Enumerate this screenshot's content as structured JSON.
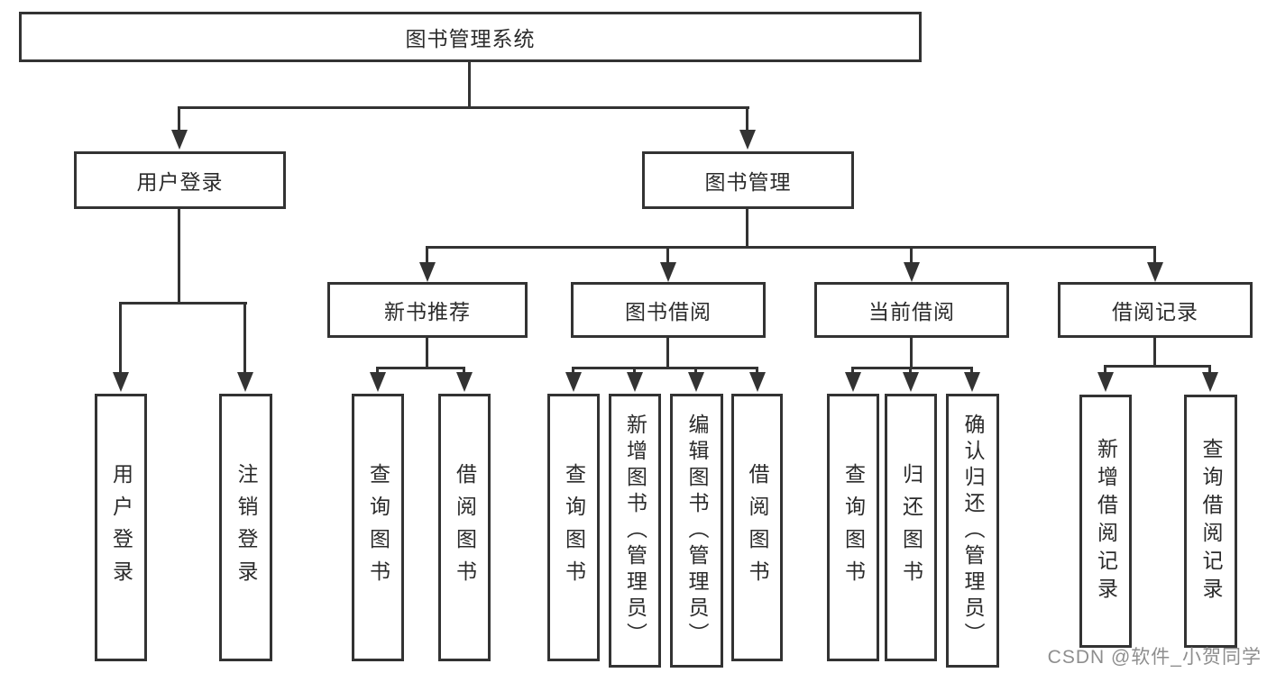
{
  "diagram": {
    "root": {
      "label": "图书管理系统"
    },
    "branches": [
      {
        "label": "用户登录",
        "children": [
          {
            "label": "用户登录"
          },
          {
            "label": "注销登录"
          }
        ]
      },
      {
        "label": "图书管理",
        "children": [
          {
            "label": "新书推荐",
            "children": [
              {
                "label": "查询图书"
              },
              {
                "label": "借阅图书"
              }
            ]
          },
          {
            "label": "图书借阅",
            "children": [
              {
                "label": "查询图书"
              },
              {
                "label": "新增图书（管理员）"
              },
              {
                "label": "编辑图书（管理员）"
              },
              {
                "label": "借阅图书"
              }
            ]
          },
          {
            "label": "当前借阅",
            "children": [
              {
                "label": "查询图书"
              },
              {
                "label": "归还图书"
              },
              {
                "label": "确认归还（管理员）"
              }
            ]
          },
          {
            "label": "借阅记录",
            "children": [
              {
                "label": "新增借阅记录"
              },
              {
                "label": "查询借阅记录"
              }
            ]
          }
        ]
      }
    ]
  },
  "watermark": {
    "text": "CSDN @软件_小贺同学"
  },
  "colors": {
    "line": "#333333",
    "text": "#2b2b2b",
    "background": "#ffffff",
    "watermark": "#8e8e8e"
  }
}
